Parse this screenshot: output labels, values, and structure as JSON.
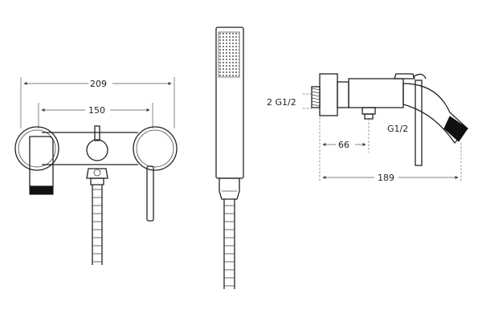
{
  "dimensions": {
    "front_total_width": "209",
    "front_center_distance": "150",
    "side_thread": "2 G1/2",
    "side_depth": "66",
    "side_outlet_thread": "G1/2",
    "side_total_length": "189"
  }
}
